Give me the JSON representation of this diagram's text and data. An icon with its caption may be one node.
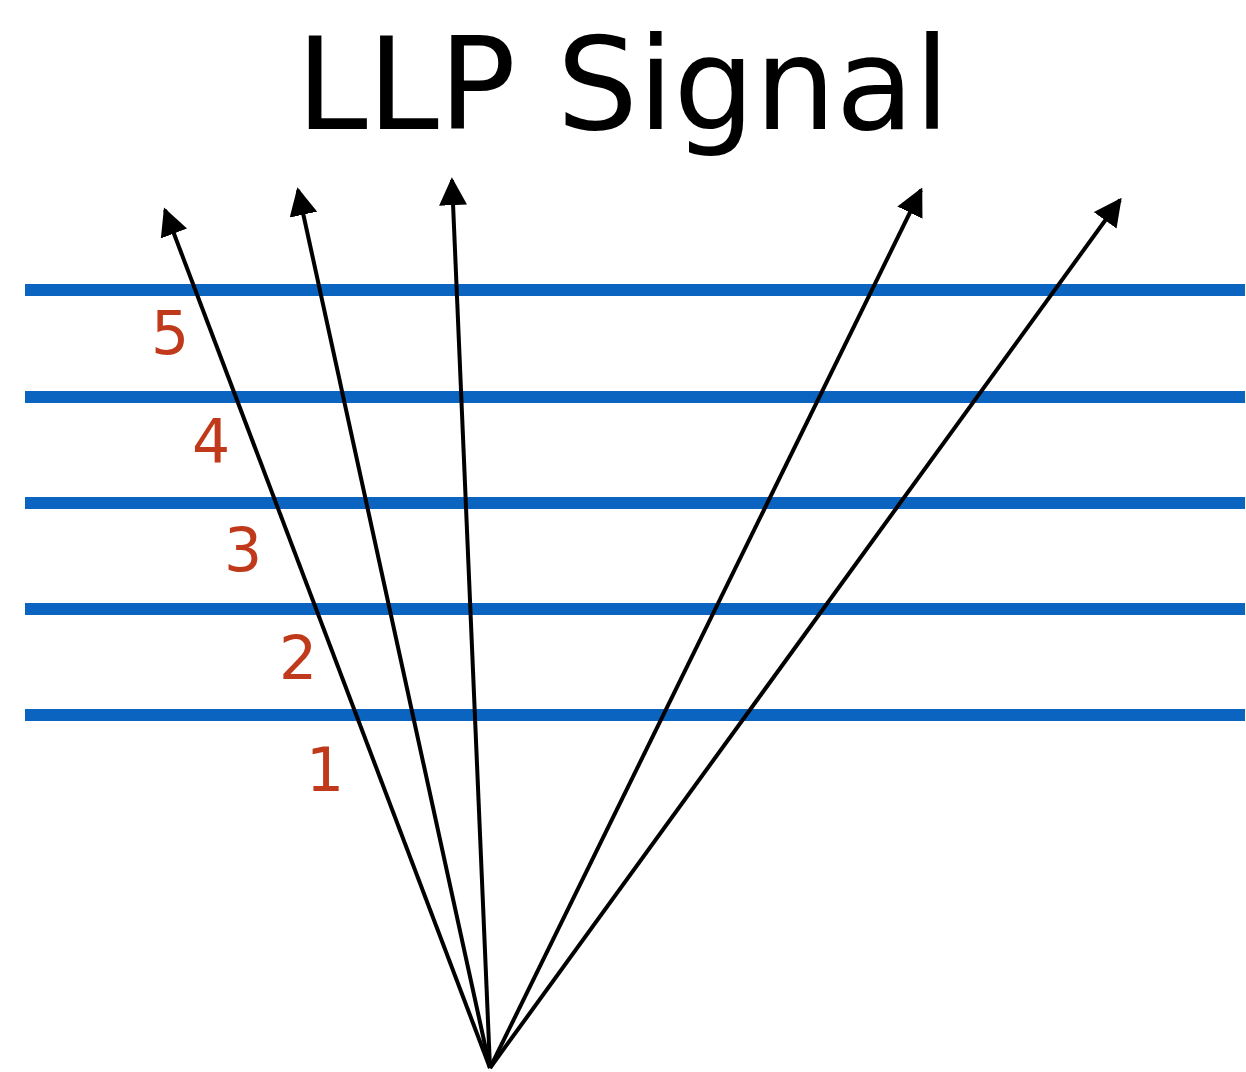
{
  "diagram": {
    "title": "LLP Signal",
    "labels": [
      "5",
      "4",
      "3",
      "2",
      "1"
    ]
  }
}
